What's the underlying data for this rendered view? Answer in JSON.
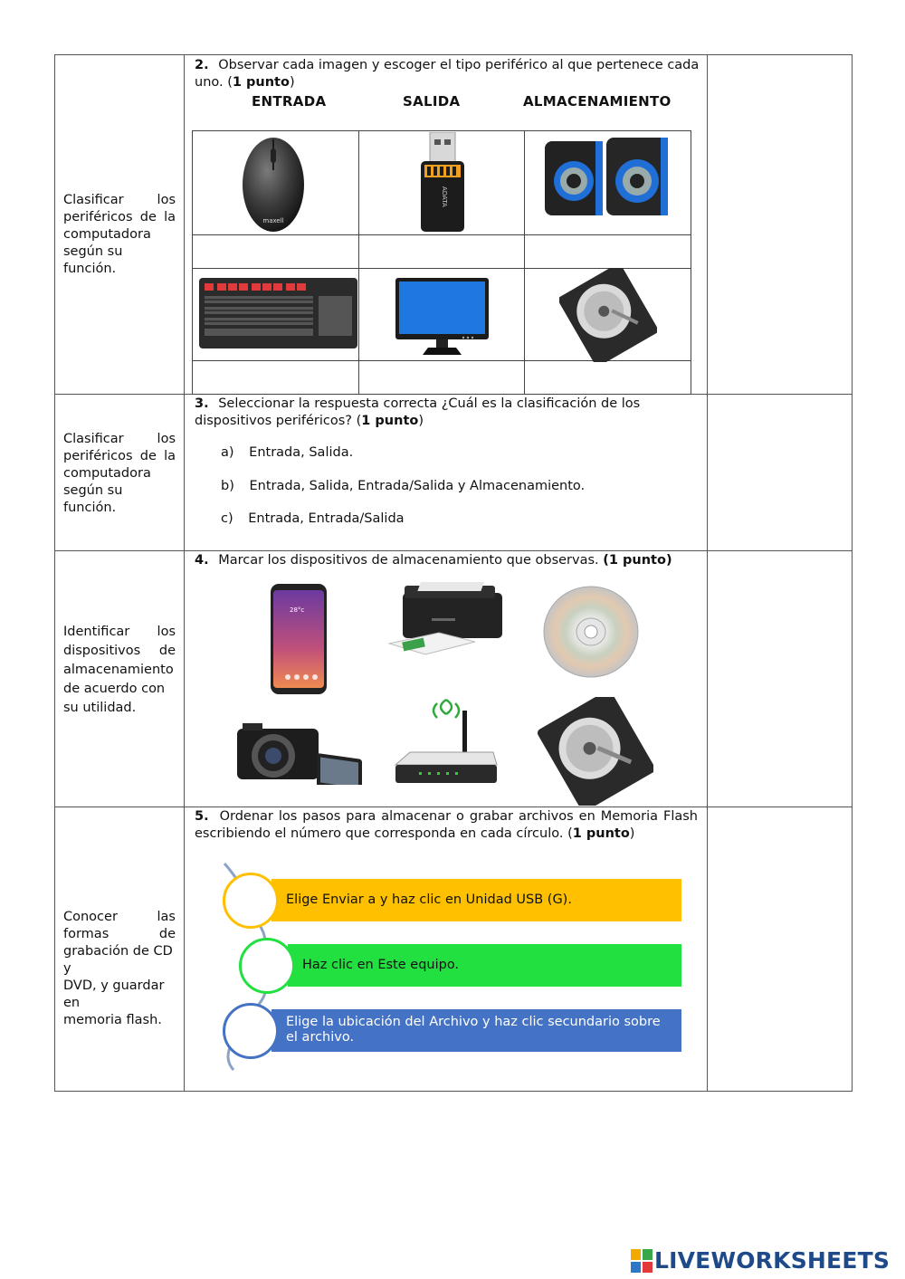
{
  "rows": [
    {
      "objective_lines": [
        "Clasificar los",
        "periféricos de la",
        "computadora"
      ],
      "objective_last": "según su función."
    },
    {
      "objective_lines": [
        "Clasificar los",
        "periféricos de la",
        "computadora"
      ],
      "objective_last": "según su función."
    },
    {
      "objective_lines": [
        "Identificar los",
        "dispositivos de"
      ],
      "objective_last": "almacenamiento de acuerdo con su utilidad."
    },
    {
      "objective_lines": [
        "Conocer las",
        "formas de",
        "grabación de CD y",
        "DVD, y guardar en"
      ],
      "objective_last": "memoria flash."
    }
  ],
  "q2": {
    "number": "2.",
    "text": "Observar cada imagen y escoger el tipo periférico al que pertenece cada uno. (",
    "points": "1 punto",
    "close": ")",
    "headers": [
      "ENTRADA",
      "SALIDA",
      "ALMACENAMIENTO"
    ],
    "images": [
      "mouse-image",
      "usb-flash-drive-image",
      "speakers-image",
      "keyboard-image",
      "monitor-image",
      "hard-drive-image"
    ]
  },
  "q3": {
    "number": "3.",
    "text": "Seleccionar la respuesta correcta ¿Cuál es la clasificación de los dispositivos periféricos? (",
    "points": "1 punto",
    "close": ")",
    "options": [
      {
        "letter": "a)",
        "text": "Entrada, Salida."
      },
      {
        "letter": "b)",
        "text": "Entrada, Salida, Entrada/Salida y Almacenamiento."
      },
      {
        "letter": "c)",
        "text": "Entrada, Entrada/Salida"
      }
    ]
  },
  "q4": {
    "number": "4.",
    "text": "Marcar los dispositivos de almacenamiento que observas.",
    "points": "(1 punto)",
    "phone_screen_text": "28°c",
    "images": [
      "smartphone-image",
      "printer-image",
      "cd-disc-image",
      "camera-image",
      "router-image",
      "hard-drive-image"
    ]
  },
  "q5": {
    "number": "5.",
    "text": "Ordenar los pasos para almacenar o grabar archivos en Memoria Flash escribiendo el número que corresponda en cada círculo. (",
    "points": "1 punto",
    "close": ")",
    "steps": [
      {
        "text": "Elige Enviar a y haz clic en Unidad USB (G).",
        "color": "#FFC000"
      },
      {
        "text": "Haz clic en Este equipo.",
        "color": "#22E03F"
      },
      {
        "text": "Elige la ubicación del Archivo y haz clic secundario sobre el archivo.",
        "color": "#4472C4"
      }
    ]
  },
  "footer": {
    "brand": "LIVEWORKSHEETS",
    "logo_letters": "LIVE"
  }
}
